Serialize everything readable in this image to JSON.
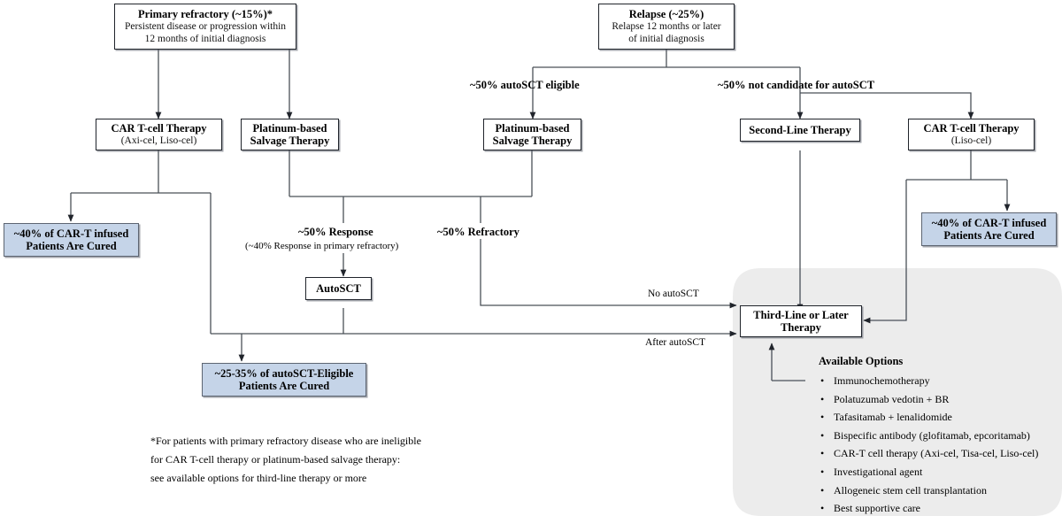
{
  "diagram": {
    "title_hidden": "",
    "nodes": {
      "primary_refractory": {
        "line1": "Primary refractory (~15%)*",
        "line2": "Persistent disease or progression within",
        "line3": "12 months of initial diagnosis"
      },
      "relapse": {
        "line1": "Relapse (~25%)",
        "line2": "Relapse 12 months or later",
        "line3": "of initial diagnosis"
      },
      "car_t_left": {
        "line1": "CAR T-cell Therapy",
        "line2": "(Axi-cel, Liso-cel)"
      },
      "platinum_left": {
        "line1": "Platinum-based",
        "line2": "Salvage Therapy"
      },
      "platinum_mid": {
        "line1": "Platinum-based",
        "line2": "Salvage Therapy"
      },
      "second_line": {
        "line1": "Second-Line Therapy"
      },
      "car_t_right": {
        "line1": "CAR T-cell Therapy",
        "line2": "(Liso-cel)"
      },
      "autosct": {
        "line1": "AutoSCT"
      },
      "third_line": {
        "line1": "Third-Line or Later",
        "line2": "Therapy"
      },
      "cured_left": {
        "line1": "~40% of CAR-T infused",
        "line2": "Patients Are Cured"
      },
      "cured_right": {
        "line1": "~40% of CAR-T infused",
        "line2": "Patients Are Cured"
      },
      "cured_autosct": {
        "line1": "~25-35% of autoSCT-Eligible",
        "line2": "Patients Are Cured"
      }
    },
    "edge_labels": {
      "autosct_eligible": "~50% autoSCT eligible",
      "not_candidate": "~50% not candidate for autoSCT",
      "response": "~50% Response",
      "response_sub": "(~40% Response in primary refractory)",
      "refractory": "~50% Refractory",
      "no_autosct": "No autoSCT",
      "after_autosct": "After autoSCT"
    },
    "options_panel": {
      "title": "Available Options",
      "bullet": "•",
      "items": [
        "Immunochemotherapy",
        "Polatuzumab vedotin + BR",
        "Tafasitamab + lenalidomide",
        "Bispecific antibody (glofitamab, epcoritamab)",
        "CAR-T cell therapy (Axi-cel, Tisa-cel, Liso-cel)",
        "Investigational agent",
        "Allogeneic stem cell transplantation",
        "Best supportive care"
      ]
    },
    "footnote": {
      "line1": "*For patients with primary refractory disease who are ineligible",
      "line2": "for CAR T-cell therapy or platinum-based salvage therapy:",
      "line3": "see available options for third-line therapy or more"
    },
    "colors": {
      "outcome_fill": "#c5d4e8",
      "outcome_border": "#5d6572",
      "node_border": "#20242b",
      "panel_fill": "#ececec",
      "connector": "#444a52",
      "background": "#ffffff"
    }
  }
}
